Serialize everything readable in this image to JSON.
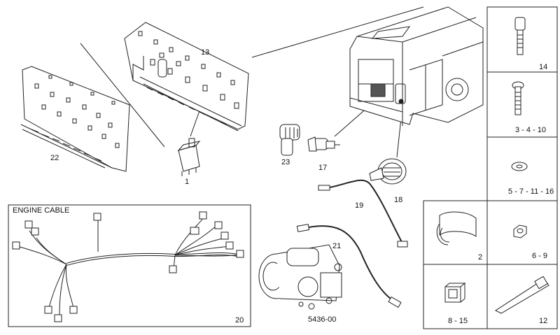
{
  "labels": {
    "p13": "13",
    "p22": "22",
    "p1": "1",
    "p23": "23",
    "p17": "17",
    "p18": "18",
    "p19": "19",
    "p21": "21",
    "p5436": "5436-00",
    "p20": "20",
    "engine_cable": "ENGINE CABLE"
  },
  "right_panel": {
    "cell14": "14",
    "cell3_4_10": "3 - 4 - 10",
    "cell5_7_11_16": "5 - 7 - 11 - 16",
    "cell6_9": "6 - 9",
    "cell12": "12"
  },
  "middle_panel": {
    "cell2": "2",
    "cell8_15": "8 - 15"
  }
}
